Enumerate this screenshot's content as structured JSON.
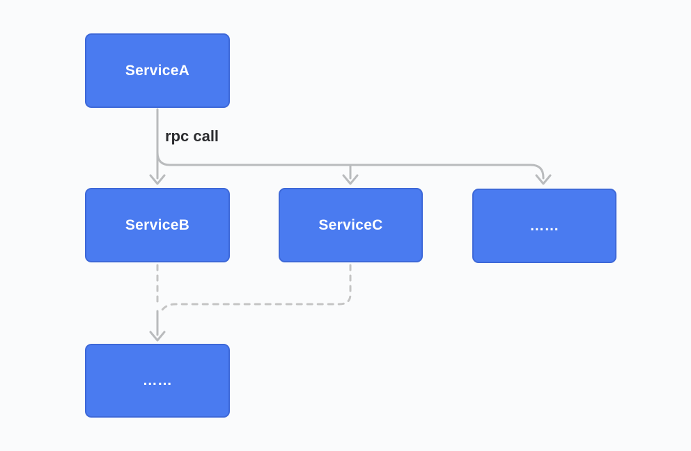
{
  "diagram": {
    "nodes": [
      {
        "id": "service-a",
        "label": "ServiceA"
      },
      {
        "id": "service-b",
        "label": "ServiceB"
      },
      {
        "id": "service-c",
        "label": "ServiceC"
      },
      {
        "id": "more-services",
        "label": "……"
      },
      {
        "id": "more-downstream",
        "label": "……"
      }
    ],
    "edges": [
      {
        "from": "service-a",
        "to": "service-b",
        "label": "rpc call",
        "style": "solid"
      },
      {
        "from": "service-a",
        "to": "service-c",
        "label": "",
        "style": "solid"
      },
      {
        "from": "service-a",
        "to": "more-services",
        "label": "",
        "style": "solid"
      },
      {
        "from": "service-b",
        "to": "more-downstream",
        "label": "",
        "style": "dashed"
      },
      {
        "from": "service-c",
        "to": "more-downstream",
        "label": "",
        "style": "dashed"
      }
    ],
    "colors": {
      "background": "#fafbfc",
      "node_fill": "#4a7bf0",
      "node_border": "#3d68d8",
      "node_text": "#ffffff",
      "connector": "#b9bbbd",
      "connector_dashed": "#c4c4c4",
      "edge_label_text": "#2c2d30"
    }
  }
}
